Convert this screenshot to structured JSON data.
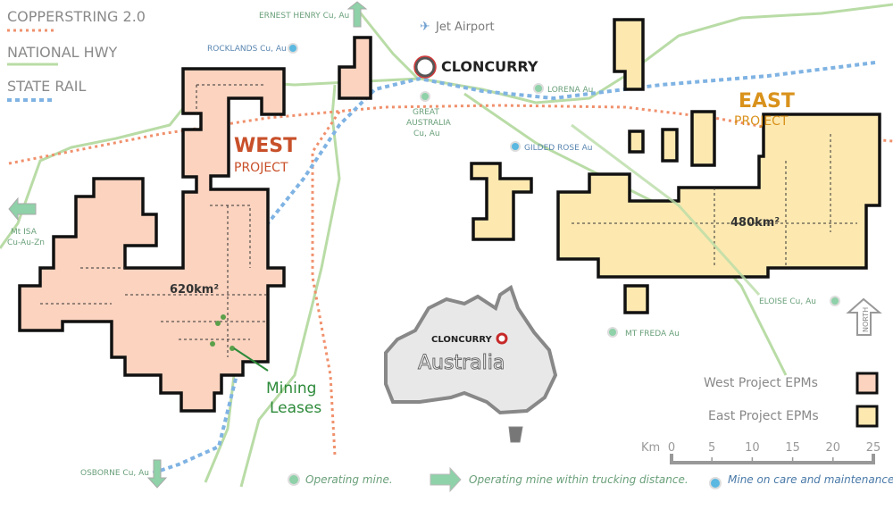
{
  "legend": {
    "copperstring": "COPPERSTRING 2.0",
    "highway": "NATIONAL HWY",
    "rail": "STATE RAIL"
  },
  "town": "CLONCURRY",
  "airport": "Jet Airport",
  "west": {
    "title": "WEST",
    "subtitle": "PROJECT",
    "area": "620km²"
  },
  "east": {
    "title": "EAST",
    "subtitle": "PROJECT",
    "area": "480km²"
  },
  "mines": {
    "ernest_henry": "ERNEST HENRY Cu, Au",
    "rocklands": "ROCKLANDS Cu, Au",
    "great_australia_1": "GREAT",
    "great_australia_2": "AUSTRALIA",
    "great_australia_3": "Cu, Au",
    "lorena": "LORENA Au",
    "gilded_rose": "GILDED ROSE Au",
    "mt_isa_1": "Mt ISA",
    "mt_isa_2": "Cu-Au-Zn",
    "eloise": "ELOISE Cu, Au",
    "mt_freda": "MT FREDA Au",
    "osborne": "OSBORNE Cu, Au"
  },
  "mining_leases": {
    "line1": "Mining",
    "line2": "Leases"
  },
  "inset": {
    "town": "CLONCURRY",
    "country": "Australia"
  },
  "north": "NORTH",
  "key": {
    "west": "West Project EPMs",
    "east": "East Project EPMs"
  },
  "scale": {
    "unit": "Km",
    "ticks": [
      "0",
      "5",
      "10",
      "15",
      "20",
      "25"
    ]
  },
  "bottom_legend": {
    "operating": "Operating mine.",
    "trucking": "Operating mine within trucking distance.",
    "care": "Mine on care and maintenance."
  },
  "colors": {
    "west_fill": "#fbd3bf",
    "east_fill": "#fde9b0",
    "highway": "#b9dca6",
    "rail": "#7fb3e3",
    "copper": "#f0906c",
    "west_text": "#c8502a",
    "east_text": "#d9921c"
  }
}
